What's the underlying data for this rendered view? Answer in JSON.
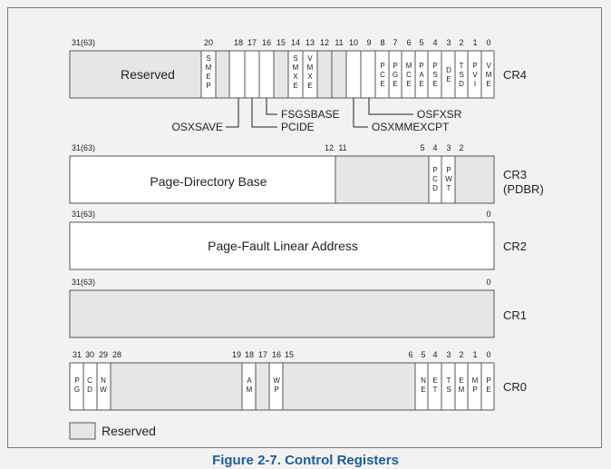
{
  "colors": {
    "reserved_fill": "#e6e6e6",
    "caption": "#1f5c99"
  },
  "legend_label": "Reserved",
  "caption": "Figure 2-7.  Control Registers",
  "cr4": {
    "name": "CR4",
    "reserved_label": "Reserved",
    "bit_numbers": [
      "31(63)",
      "20",
      "18",
      "17",
      "16",
      "15",
      "14",
      "13",
      "12",
      "11",
      "10",
      "9",
      "8",
      "7",
      "6",
      "5",
      "4",
      "3",
      "2",
      "1",
      "0"
    ],
    "fields": [
      "SMEP",
      "SMXE",
      "VMXE",
      "PCE",
      "PGE",
      "MCE",
      "PAE",
      "PSE",
      "DE",
      "TSD",
      "PVI",
      "VME"
    ],
    "callouts": [
      "OSXSAVE",
      "PCIDE",
      "FSGSBASE",
      "OSXMMEXCPT",
      "OSFXSR"
    ]
  },
  "cr3": {
    "name": "CR3",
    "subname": "(PDBR)",
    "bit_numbers": [
      "31(63)",
      "12",
      "11",
      "5",
      "4",
      "3",
      "2"
    ],
    "fields": [
      "Page-Directory Base",
      "PCD",
      "PWT"
    ]
  },
  "cr2": {
    "name": "CR2",
    "bit_numbers": [
      "31(63)",
      "0"
    ],
    "fields": [
      "Page-Fault Linear Address"
    ]
  },
  "cr1": {
    "name": "CR1",
    "bit_numbers": [
      "31(63)",
      "0"
    ]
  },
  "cr0": {
    "name": "CR0",
    "bit_numbers": [
      "31",
      "30",
      "29",
      "28",
      "19",
      "18",
      "17",
      "16",
      "15",
      "6",
      "5",
      "4",
      "3",
      "2",
      "1",
      "0"
    ],
    "fields": [
      "PG",
      "CD",
      "NW",
      "AM",
      "WP",
      "NE",
      "ET",
      "TS",
      "EM",
      "MP",
      "PE"
    ]
  }
}
